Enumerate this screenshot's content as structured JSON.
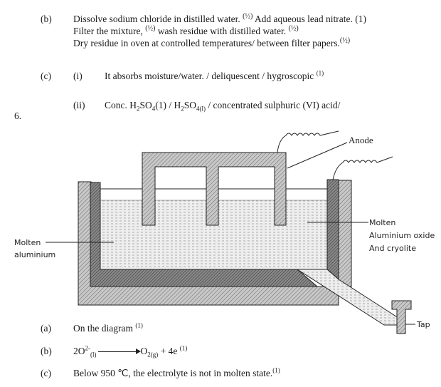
{
  "q5": {
    "b": {
      "label": "(b)",
      "line1a": "Dissolve sodium chloride in distilled water.",
      "half": "(½)",
      "line1b": "Add aqueous lead nitrate. (1)",
      "line2a": "Filter the mixture,",
      "line2b": "wash residue with distilled water.",
      "line3": "Dry residue in oven at controlled temperatures/ between filter papers."
    },
    "c": {
      "label": "(c)",
      "i_label": "(i)",
      "i_text": "It absorbs moisture/water. / deliquescent / hygroscopic",
      "mark": "(1)",
      "ii_label": "(ii)",
      "ii_a": "Conc. H",
      "ii_sub2": "2",
      "ii_b": "SO",
      "ii_sub4": "4",
      "ii_c": "(1) / H",
      "ii_d": "SO",
      "ii_sub4l": "4(l)",
      "ii_e": " / concentrated sulphuric (VI) acid/"
    }
  },
  "q6": {
    "number": "6.",
    "diagram": {
      "anode": "Anode",
      "electrolyte_1": "Molten",
      "electrolyte_2": "Aluminium oxide",
      "electrolyte_3": "And cryolite",
      "metal_1": "Molten",
      "metal_2": "aluminium",
      "tap": "Tap"
    },
    "a": {
      "label": "(a)",
      "text": "On the diagram",
      "mark": "(1)"
    },
    "b": {
      "label": "(b)",
      "lhs": "2O",
      "charge": "2-",
      "state_l": "(l)",
      "rhs": "O",
      "rhs_sub": "2(g)",
      "rest": " + 4e",
      "mark": "(1)"
    },
    "c": {
      "label": "(c)",
      "text": "Below 950 ℃, the electrolyte is not in molten state.",
      "mark": "(1)"
    }
  }
}
